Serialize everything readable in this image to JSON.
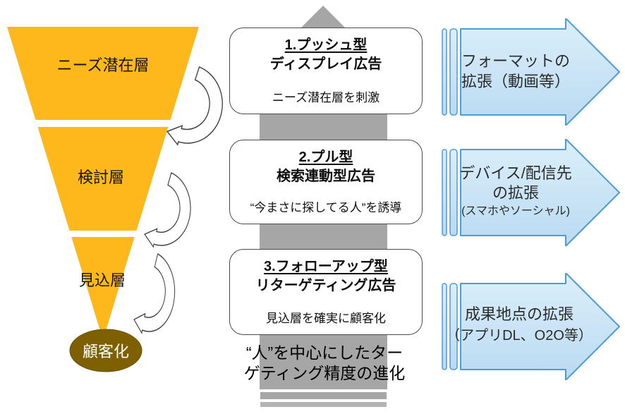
{
  "funnel": {
    "segments": [
      {
        "label": "ニーズ潜在層"
      },
      {
        "label": "検討層"
      },
      {
        "label": "見込層"
      }
    ],
    "result": {
      "label": "顧客化"
    }
  },
  "steps": {
    "items": [
      {
        "title_line1": "1.プッシュ型",
        "title_line2": "ディスプレイ広告",
        "caption": "ニーズ潜在層を刺激"
      },
      {
        "title_line1": "2.プル型",
        "title_line2": "検索連動型広告",
        "caption": "“今まさに探してる人”を誘導"
      },
      {
        "title_line1": "3.フォローアップ型",
        "title_line2": "リターゲティング広告",
        "caption": "見込層を確実に顧客化"
      }
    ],
    "footer": {
      "line1": "“人”を中心にしたター",
      "line2": "ゲティング精度の進化"
    }
  },
  "expansions": {
    "items": [
      {
        "line1": "フォーマットの",
        "line2": "拡張（動画等）",
        "line3": ""
      },
      {
        "line1": "デバイス/配信先",
        "line2": "の拡張",
        "line3": "(スマホやソーシャル)"
      },
      {
        "line1": "成果地点の拡張",
        "line2": "（アプリDL、O2O等）",
        "line3": ""
      }
    ]
  },
  "colors": {
    "funnel_orange": "#FFB81C",
    "conversion_brown": "#7F6000",
    "process_gray": "#A6A6A6",
    "expansion_border_blue": "#4E9CD6",
    "expansion_fill_top": "#DCEFFA",
    "expansion_fill_bottom": "#B9DAF1"
  }
}
